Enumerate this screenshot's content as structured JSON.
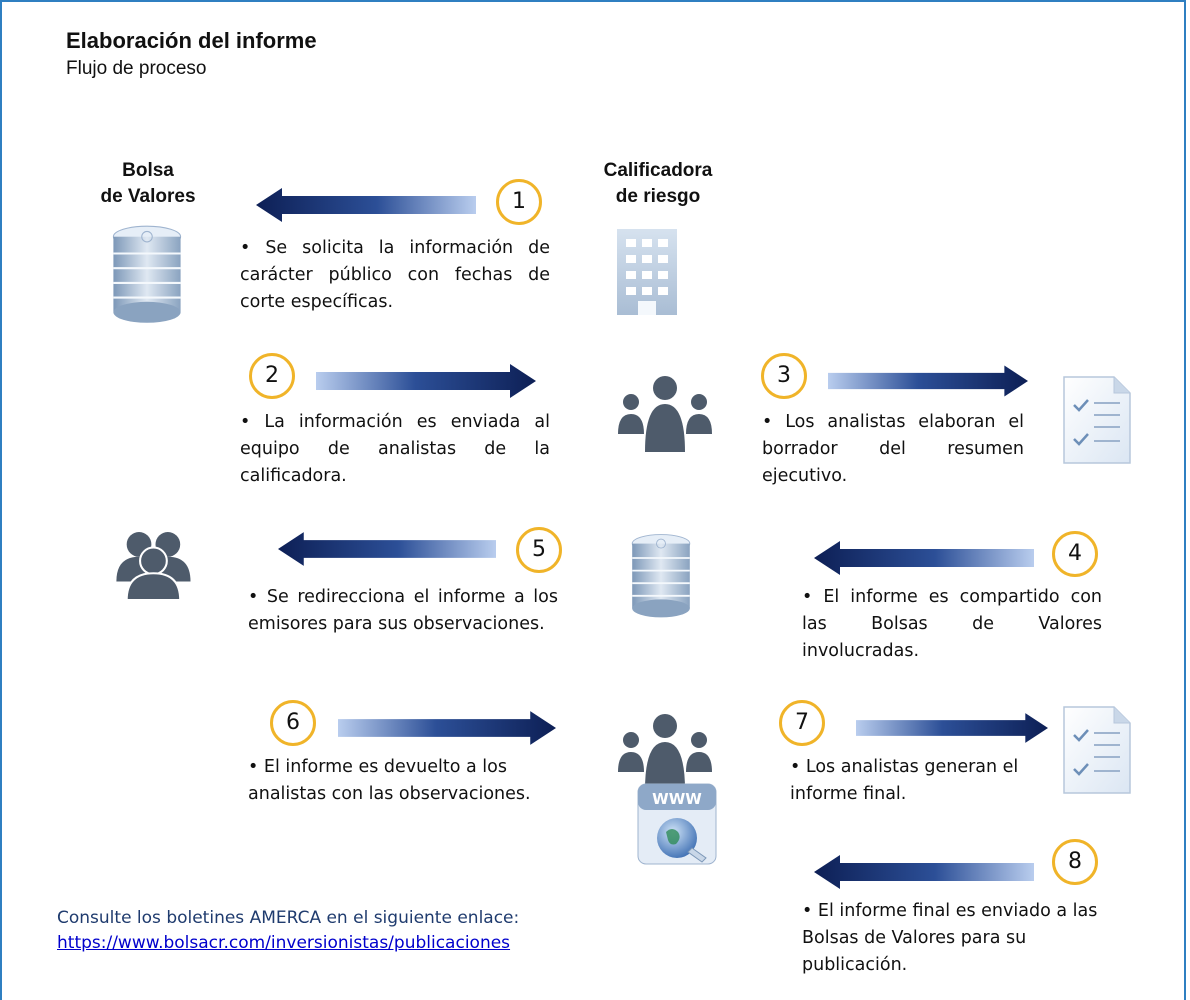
{
  "header": {
    "title": "Elaboración del informe",
    "subtitle": "Flujo de proceso"
  },
  "columns": {
    "left": [
      "Bolsa",
      "de Valores"
    ],
    "center": [
      "Calificadora",
      "de riesgo"
    ]
  },
  "steps": [
    {
      "number": "1",
      "text": "• Se solicita la información de carácter público con fechas de corte específicas."
    },
    {
      "number": "2",
      "text": "• La información es enviada al equipo de analistas de la calificadora."
    },
    {
      "number": "3",
      "text": "• Los analistas elaboran el borrador del resumen ejecutivo."
    },
    {
      "number": "4",
      "text": "• El informe es compartido con las Bolsas de Valores involucradas."
    },
    {
      "number": "5",
      "text": "• Se redirecciona el informe a los emisores para sus observaciones."
    },
    {
      "number": "6",
      "text": "• El informe es devuelto a los analistas con las observaciones."
    },
    {
      "number": "7",
      "text": "• Los analistas generan el informe final."
    },
    {
      "number": "8",
      "text": "• El informe final es enviado a las Bolsas de Valores para su publicación."
    }
  ],
  "footer": {
    "text": "Consulte los boletines AMERCA en el siguiente enlace:",
    "link": "https://www.bolsacr.com/inversionistas/publicaciones"
  },
  "web_icon_label": "WWW",
  "colors": {
    "arrow": "#0d1f55",
    "badge_border": "#f0b429",
    "people": "#4e5b6b",
    "link": "#0000cc",
    "frame": "#2f7fc1"
  }
}
